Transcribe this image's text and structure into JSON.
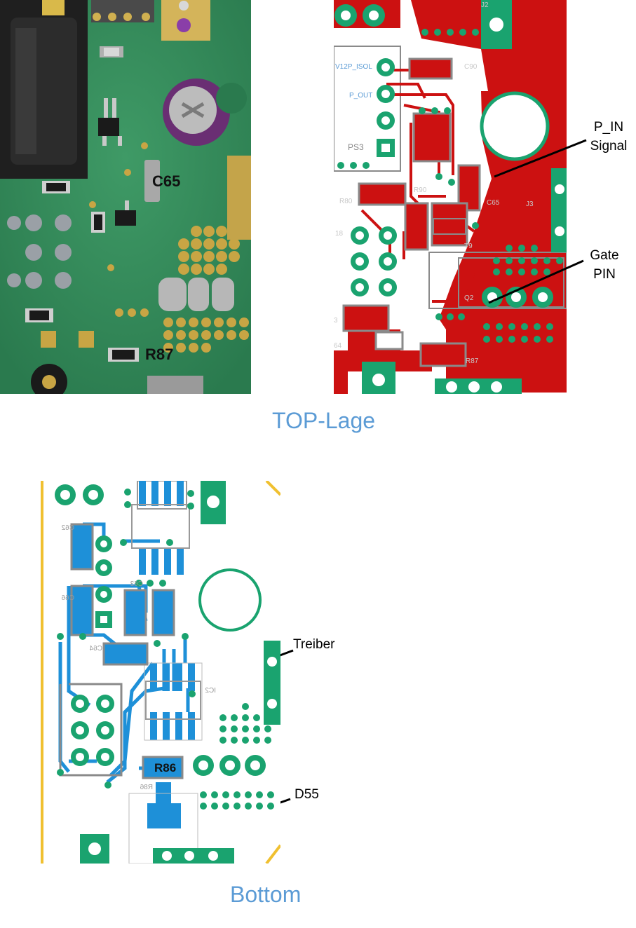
{
  "top": {
    "caption": "TOP-Lage",
    "photo_labels": {
      "c65": "C65",
      "r87": "R87"
    },
    "layout_labels": {
      "v12p_isol": "V12P_ISOL",
      "p_out": "P_OUT",
      "ps3": "PS3",
      "r80": "R80",
      "r90": "R90",
      "c65": "C65",
      "c90": "C90",
      "j2": "J2",
      "j3": "J3",
      "q2": "Q2",
      "r87": "R87",
      "n18": "18",
      "n64": "64",
      "n3": "3",
      "t9": "T9"
    },
    "callouts": {
      "p_in_line1": "P_IN",
      "p_in_line2": "Signal",
      "gate_line1": "Gate",
      "gate_line2": "PIN"
    }
  },
  "bottom": {
    "caption": "Bottom",
    "labels": {
      "r86": "R86",
      "c62": "C62",
      "c66": "C66",
      "c63": "C63",
      "c64": "C64",
      "ic2": "IC2",
      "r86_mirror": "R86"
    },
    "callouts": {
      "treiber": "Treiber",
      "d55": "D55"
    }
  },
  "colors": {
    "board_green": "#2e8b57",
    "copper_red": "#cc1111",
    "bottom_blue": "#1e90d8",
    "pad_green": "#1aa36f",
    "caption_blue": "#5b9bd5"
  }
}
